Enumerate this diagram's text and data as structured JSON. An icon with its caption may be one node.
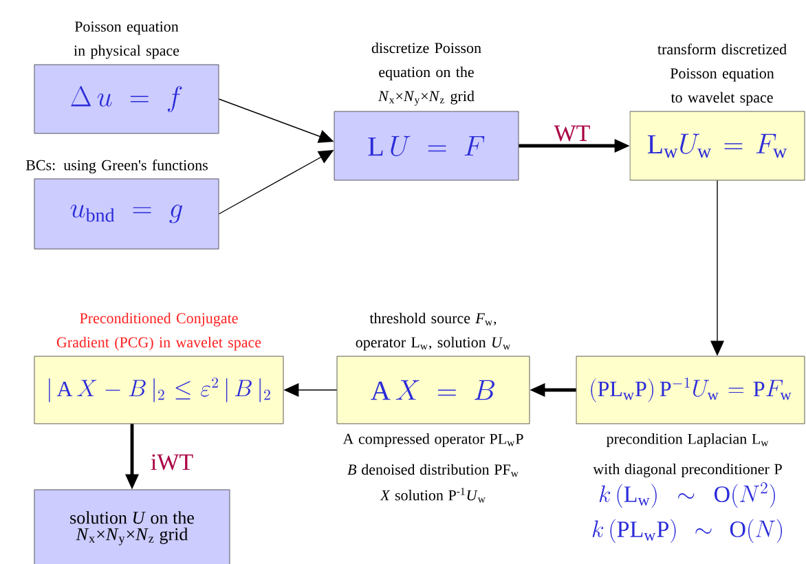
{
  "diagram": {
    "nodes": [
      {
        "text": [
          "Poisson equation in physical space",
          "\\Delta\\, u = f"
        ]
      },
      {
        "text": [
          "BCs: using Green's functions",
          "u_{\\mathrm{bnd}} = g"
        ]
      },
      {
        "text": [
          "discretize Poisson equation on the *N*$_{x}$×*N*$_{y}$×*N*$_{z}$ grid",
          "\\mathrm{L}\\, U = F"
        ]
      },
      {
        "text": [
          "transform discretized Poisson equation to wavelet space",
          "\\mathrm{L}_{\\mathrm{w}} U_{\\mathrm{w}} = F_{\\mathrm{w}}"
        ]
      },
      {
        "text": [
          "(\\mathrm{PL}_{\\mathrm{w}}\\mathrm{P})\\, \\mathrm{P}^{-1}U_{\\mathrm{w}} = \\mathrm{P}F_{\\mathrm{w}}"
        ],
        "beside": [
          "precondition Laplacian L$_{w}$",
          "with diagonal preconditioner P",
          "k\\,(\\mathrm{L}_{\\mathrm{w}}) \\sim \\mathrm{O}(N^{2})",
          "k\\,(\\mathrm{PL}_{\\mathrm{w}}\\mathrm{P}) \\sim \\mathrm{O}(N)"
        ]
      },
      {
        "text": [
          "threshold source *F*$_{w}$, operator L$_{w}$, solution *U*$_{w}$",
          "\\mathrm{A}\\, X = B"
        ],
        "beside": [
          "A compressed operator PL$_{w}$P",
          "*B* denoised distribution PF$_{w}$",
          "*X* solution P$^{-1}$*U*$_{w}$"
        ]
      },
      {
        "text": [
          "Preconditioned Conjugate Gradient (PCG) in wavelet space",
          "|\\,\\mathrm{A}\\,X - B\\,|_{2} \\le \\varepsilon^{2}\\,|\\,B\\,|_{2}"
        ]
      },
      {
        "text": [
          "solution *U* on the *N*$_{x}$×*N*$_{y}$×*N*$_{z}$ grid"
        ]
      }
    ],
    "edges": [
      {
        "from": 0,
        "to": 2,
        "arrow": "to"
      },
      {
        "from": 1,
        "to": 2,
        "arrow": "to"
      },
      {
        "from": 2,
        "to": 3,
        "arrow": "to",
        "label": "WT",
        "style": "thick"
      },
      {
        "from": 3,
        "to": 4,
        "arrow": "to"
      },
      {
        "from": 4,
        "to": 5,
        "arrow": "to",
        "style": "thick"
      },
      {
        "from": 5,
        "to": 6,
        "arrow": "to"
      },
      {
        "from": 6,
        "to": 7,
        "arrow": "to",
        "label": "iWT",
        "style": "thick"
      }
    ]
  }
}
